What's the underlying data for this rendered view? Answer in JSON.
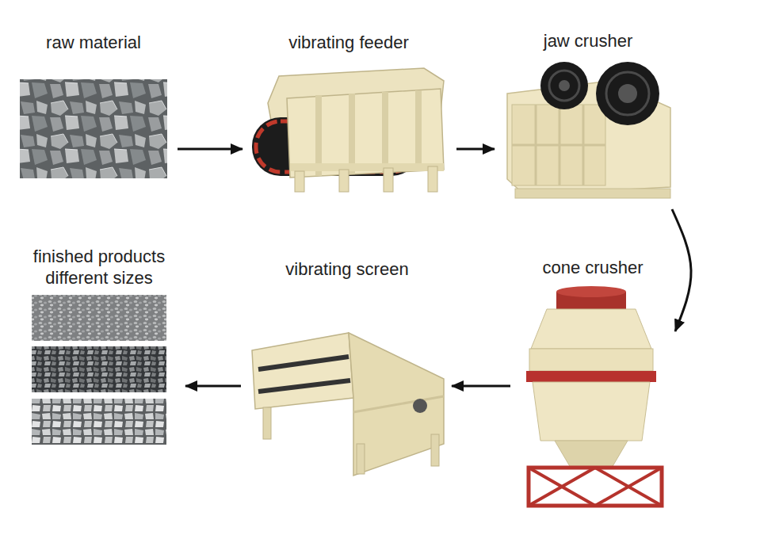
{
  "diagram": {
    "nodes": [
      {
        "text": [
          "raw material"
        ]
      },
      {
        "text": [
          "vibrating feeder"
        ]
      },
      {
        "text": [
          "jaw crusher"
        ]
      },
      {
        "text": [
          "cone crusher"
        ]
      },
      {
        "text": [
          "vibrating screen"
        ]
      },
      {
        "text": [
          "finished products different sizes"
        ]
      }
    ],
    "edges": [
      {
        "from": 0,
        "to": 1,
        "arrow": "to"
      },
      {
        "from": 1,
        "to": 2,
        "arrow": "to"
      },
      {
        "from": 2,
        "to": 3,
        "arrow": "to"
      },
      {
        "from": 3,
        "to": 4,
        "arrow": "to"
      },
      {
        "from": 4,
        "to": 5,
        "arrow": "to"
      }
    ]
  }
}
